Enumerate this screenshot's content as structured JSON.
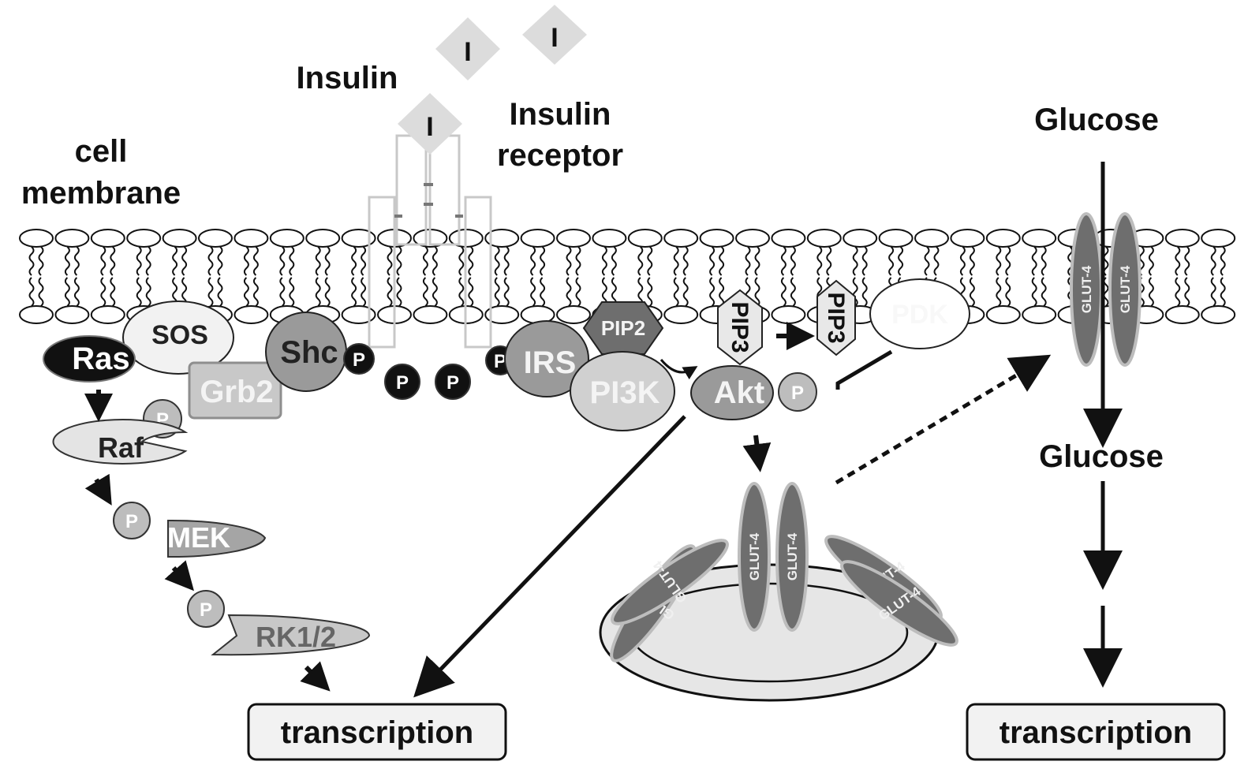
{
  "labels": {
    "insulin": "Insulin",
    "insulin_receptor_line1": "Insulin",
    "insulin_receptor_line2": "receptor",
    "cell_membrane_line1": "cell",
    "cell_membrane_line2": "membrane",
    "glucose_outside": "Glucose",
    "glucose_inside": "Glucose",
    "insulin_mark": "I",
    "phospho": "P"
  },
  "proteins": {
    "sos": "SOS",
    "ras": "Ras",
    "grb2": "Grb2",
    "shc": "Shc",
    "raf": "Raf",
    "mek": "MEK",
    "erk": "RK1/2",
    "irs": "IRS",
    "pip2": "PIP2",
    "pi3k": "PI3K",
    "pip3": "PIP3",
    "pdk": "PDK",
    "akt": "Akt",
    "glut4": "GLUT-4"
  },
  "boxes": {
    "transcription_left": "transcription",
    "transcription_right": "transcription"
  },
  "colors": {
    "black": "#111111",
    "dark_gray": "#6e6e6e",
    "mid_gray": "#9a9a9a",
    "light_gray": "#d0d0d0",
    "pale_gray": "#e8e8e8"
  }
}
